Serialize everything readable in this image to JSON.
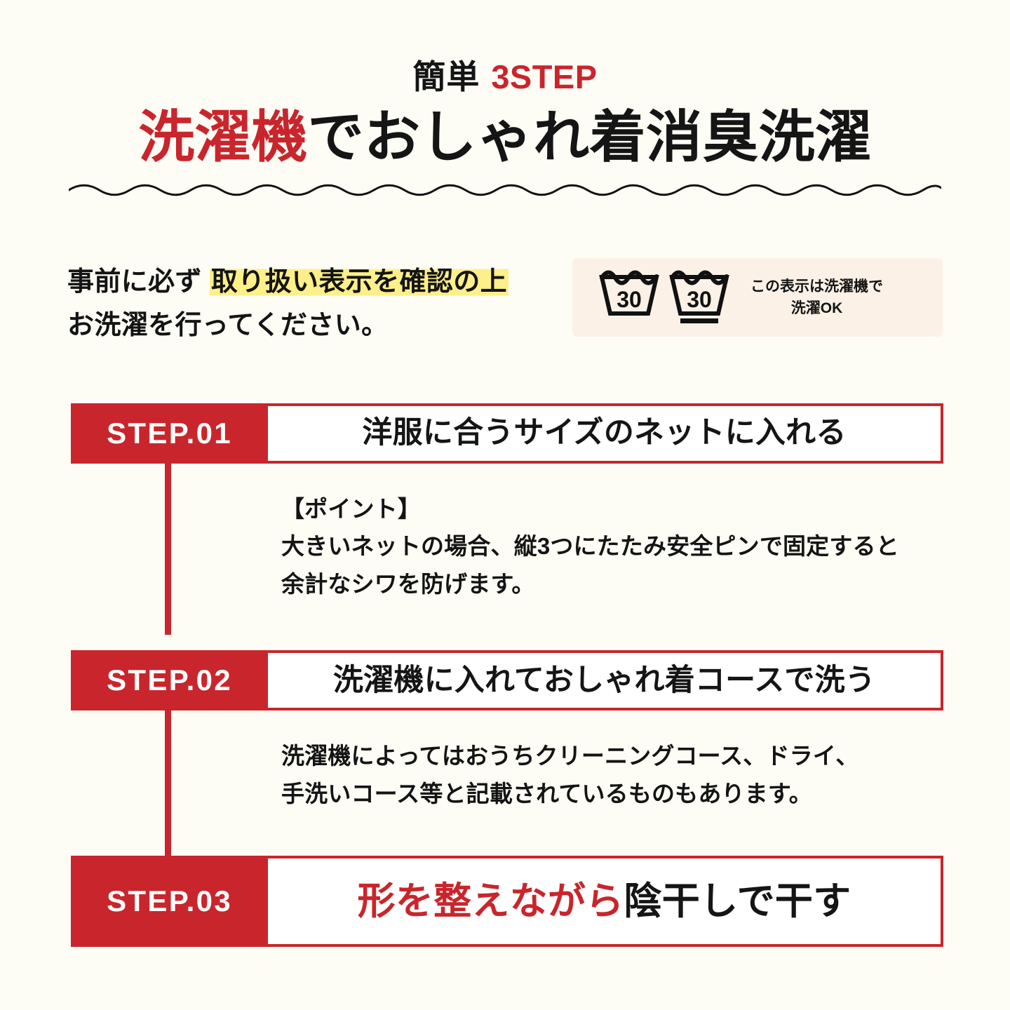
{
  "theme": {
    "background": "#fdfdf6",
    "accent_red": "#c8262c",
    "text_black": "#151515",
    "highlight_yellow": "#fdef8a",
    "care_box_cream": "#fbf1e6"
  },
  "header": {
    "eyebrow_prefix": "簡単",
    "eyebrow_accent": "3STEP",
    "headline_accent": "洗濯機",
    "headline_rest": "でおしゃれ着消臭洗濯",
    "divider": "wavy-line"
  },
  "notice": {
    "line1_prefix": "事前に必ず ",
    "line1_highlight": "取り扱い表示を確認の上",
    "line2": "お洗濯を行ってください。"
  },
  "care_label": {
    "symbols": [
      {
        "name": "washtub-30",
        "value": "30",
        "bars": 0
      },
      {
        "name": "washtub-30-mild",
        "value": "30",
        "bars": 1
      }
    ],
    "note_line1": "この表示は洗濯機で",
    "note_line2": "洗濯OK"
  },
  "steps": [
    {
      "tag": "STEP.01",
      "title": "洋服に合うサイズのネットに入れる",
      "title_accent": "",
      "desc_lines": [
        "【ポイント】",
        "大きいネットの場合、縦3つにたたみ安全ピンで固定すると",
        "余計なシワを防げます。"
      ]
    },
    {
      "tag": "STEP.02",
      "title": "洗濯機に入れておしゃれ着コースで洗う",
      "title_accent": "",
      "desc_lines": [
        "洗濯機によってはおうちクリーニングコース、ドライ、",
        "手洗いコース等と記載されているものもあります。"
      ]
    },
    {
      "tag": "STEP.03",
      "title_accent": "形を整えながら",
      "title": "陰干しで干す",
      "desc_lines": []
    }
  ]
}
